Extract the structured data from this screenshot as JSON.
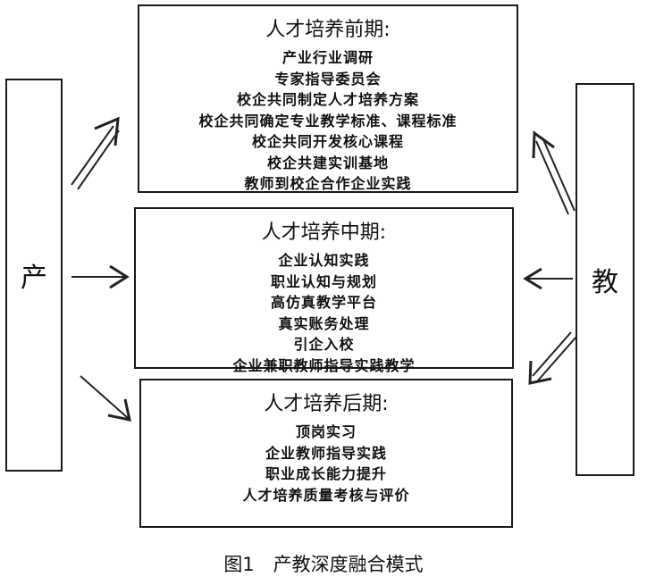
{
  "left_label": "产",
  "right_label": "教",
  "stages": [
    {
      "title": "人才培养前期:",
      "items": [
        "产业行业调研",
        "专家指导委员会",
        "校企共同制定人才培养方案",
        "校企共同确定专业教学标准、课程标准",
        "校企共同开发核心课程",
        "校企共建实训基地",
        "教师到校企合作企业实践"
      ]
    },
    {
      "title": "人才培养中期:",
      "items": [
        "企业认知实践",
        "职业认知与规划",
        "高仿真教学平台",
        "真实账务处理",
        "引企入校",
        "企业兼职教师指导实践教学"
      ]
    },
    {
      "title": "人才培养后期:",
      "items": [
        "顶岗实习",
        "企业教师指导实践",
        "职业成长能力提升",
        "人才培养质量考核与评价"
      ]
    }
  ],
  "caption": "图1　产教深度融合模式"
}
